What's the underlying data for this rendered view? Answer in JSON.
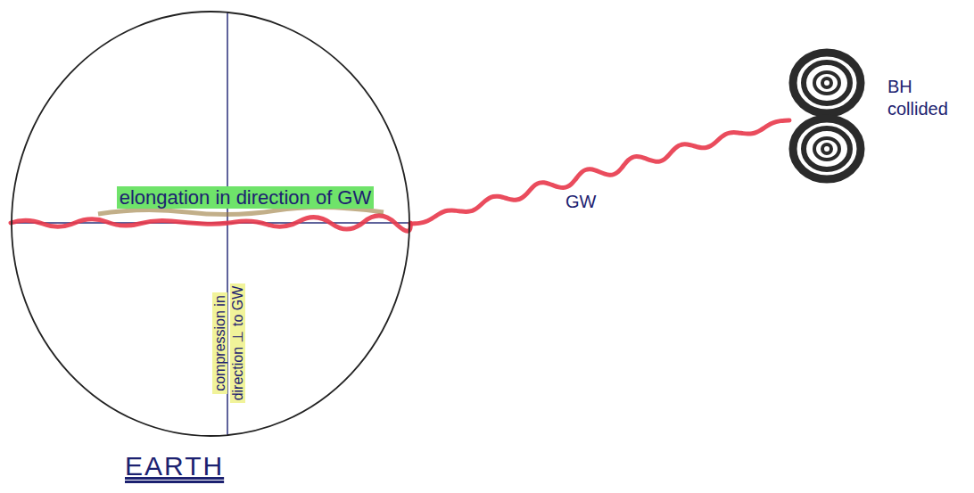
{
  "diagram": {
    "nodes": [
      {
        "text": [
          "EARTH"
        ]
      },
      {
        "text": [
          "BH collided"
        ]
      }
    ],
    "edges": [
      {
        "from": 0,
        "to": 1,
        "arrow": "none",
        "label": "GW"
      }
    ],
    "labels": [
      "elongation in direction of GW",
      "compression in direction ⊥ to GW"
    ]
  }
}
